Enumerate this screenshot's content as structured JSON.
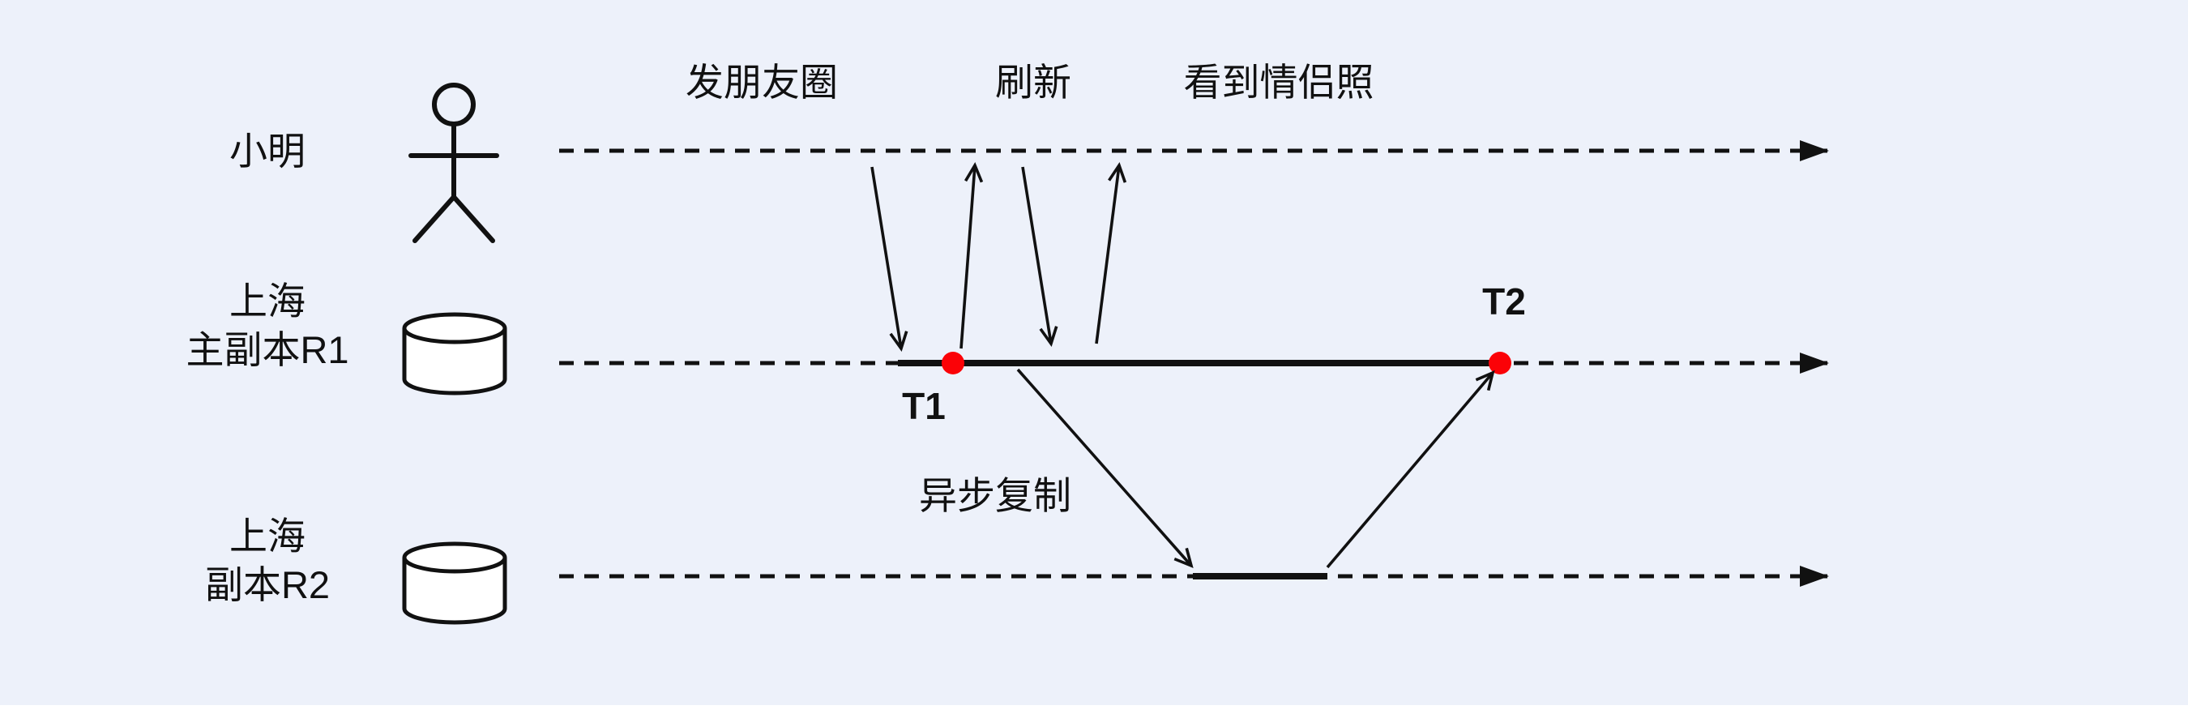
{
  "colors": {
    "background": "#edf1fa",
    "accent_red": "#fb0207",
    "line_black": "#111111",
    "shape_fill": "#ffffff"
  },
  "rows": {
    "user": {
      "line1": "小明"
    },
    "r1": {
      "line1": "上海",
      "line2": "主副本R1"
    },
    "r2": {
      "line1": "上海",
      "line2": "副本R2"
    }
  },
  "labels": {
    "post": "发朋友圈",
    "refresh": "刷新",
    "see": "看到情侣照",
    "async": "异步复制",
    "t1": "T1",
    "t2": "T2"
  },
  "icons": {
    "user": "person-stick-figure-icon",
    "r1": "database-cylinder-icon",
    "r2": "database-cylinder-icon"
  }
}
